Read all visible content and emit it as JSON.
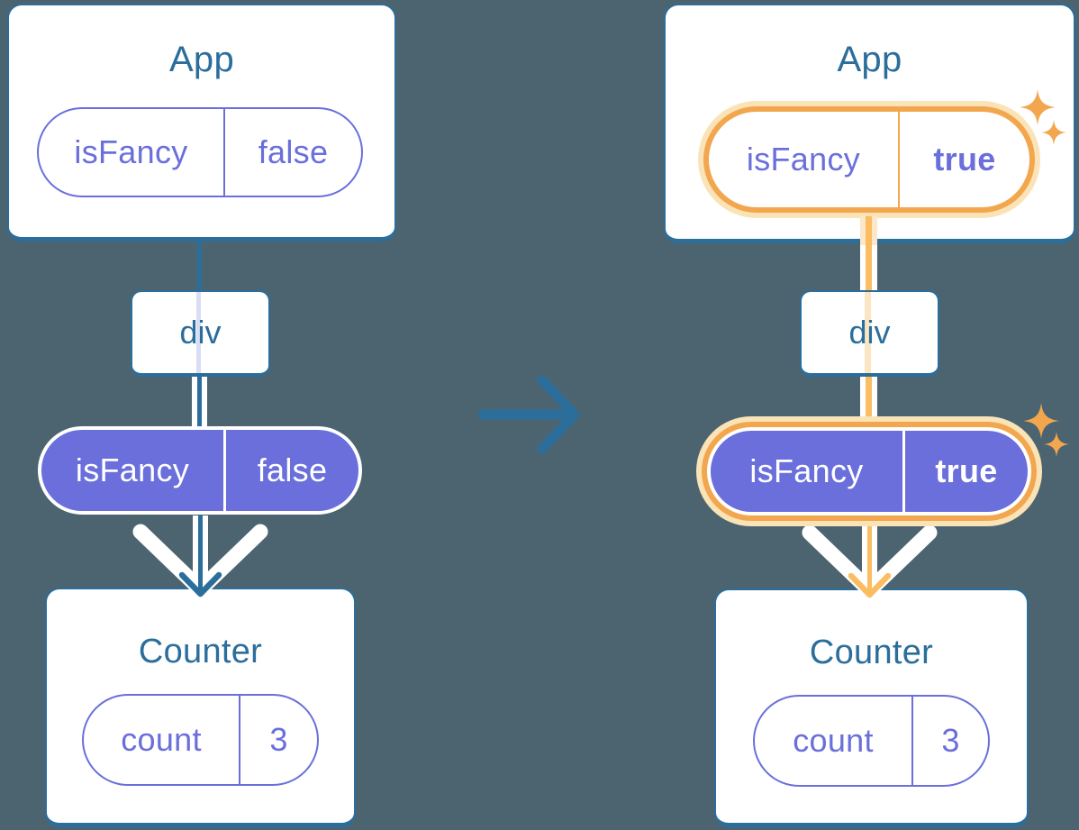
{
  "colors": {
    "background": "#4C6470",
    "blue": "#2B6E9B",
    "purple": "#6A6FDB",
    "white": "#FFFFFF",
    "orange_ring": "#F2A64E",
    "orange_line": "#FABD62",
    "orange_halo": "#FBE3B8",
    "cream_flank": "#FBE8CB",
    "faint_lavender": "#D9DEF6",
    "faint_cream": "#FBE6C4"
  },
  "left_tree": {
    "app": {
      "title": "App",
      "pill": {
        "key": "isFancy",
        "value": "false"
      }
    },
    "div_label": "div",
    "state_pill": {
      "key": "isFancy",
      "value": "false"
    },
    "counter": {
      "title": "Counter",
      "pill": {
        "key": "count",
        "value": "3"
      }
    }
  },
  "right_tree": {
    "app": {
      "title": "App",
      "pill": {
        "key": "isFancy",
        "value": "true"
      }
    },
    "div_label": "div",
    "state_pill": {
      "key": "isFancy",
      "value": "true"
    },
    "counter": {
      "title": "Counter",
      "pill": {
        "key": "count",
        "value": "3"
      }
    }
  }
}
